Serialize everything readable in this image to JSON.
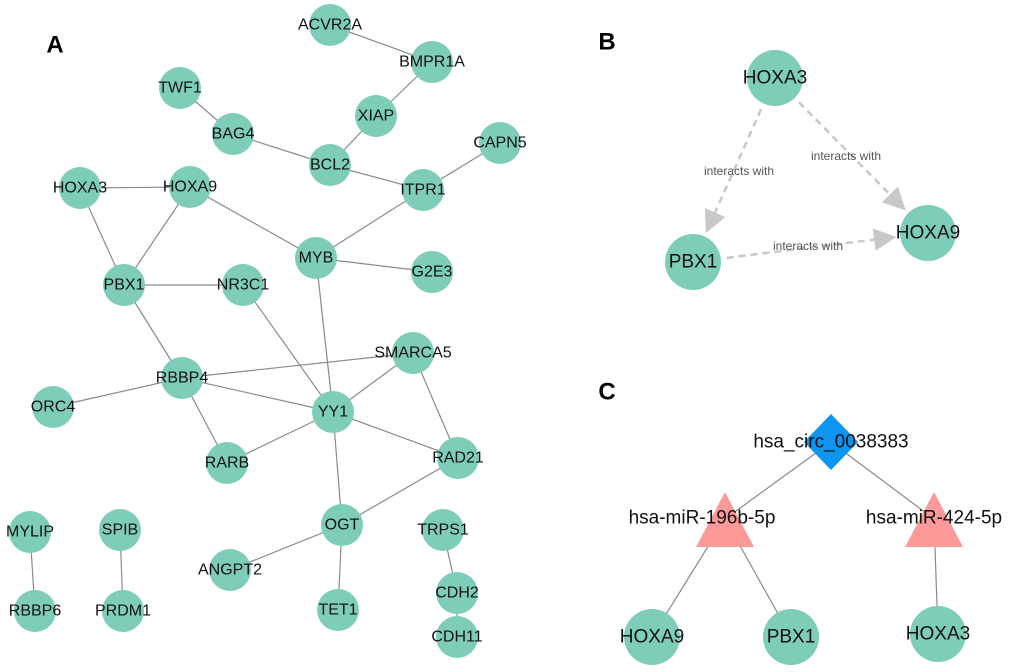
{
  "colors": {
    "gene": "#7ecdb8",
    "circ": "#0d95f0",
    "mirna": "#fb9a99",
    "edge": "#8a8a8a",
    "dashed": "#c8c8c8"
  },
  "panels": {
    "a": "A",
    "b": "B",
    "c": "C"
  },
  "panel_a": {
    "nodes": [
      "ACVR2A",
      "BMPR1A",
      "TWF1",
      "XIAP",
      "BAG4",
      "CAPN5",
      "BCL2",
      "HOXA3",
      "HOXA9",
      "ITPR1",
      "MYB",
      "G2E3",
      "PBX1",
      "NR3C1",
      "SMARCA5",
      "RBBP4",
      "ORC4",
      "YY1",
      "RAD21",
      "RARB",
      "MYLIP",
      "SPIB",
      "OGT",
      "TRPS1",
      "ANGPT2",
      "CDH2",
      "RBBP6",
      "PRDM1",
      "TET1",
      "CDH11"
    ],
    "edges": [
      [
        "ACVR2A",
        "BMPR1A"
      ],
      [
        "BMPR1A",
        "XIAP"
      ],
      [
        "XIAP",
        "BCL2"
      ],
      [
        "TWF1",
        "BAG4"
      ],
      [
        "BAG4",
        "BCL2"
      ],
      [
        "BCL2",
        "ITPR1"
      ],
      [
        "CAPN5",
        "ITPR1"
      ],
      [
        "ITPR1",
        "MYB"
      ],
      [
        "HOXA3",
        "HOXA9"
      ],
      [
        "HOXA3",
        "PBX1"
      ],
      [
        "HOXA9",
        "PBX1"
      ],
      [
        "HOXA9",
        "MYB"
      ],
      [
        "MYB",
        "G2E3"
      ],
      [
        "MYB",
        "YY1"
      ],
      [
        "PBX1",
        "NR3C1"
      ],
      [
        "PBX1",
        "RBBP4"
      ],
      [
        "NR3C1",
        "YY1"
      ],
      [
        "RBBP4",
        "SMARCA5"
      ],
      [
        "RBBP4",
        "ORC4"
      ],
      [
        "RBBP4",
        "YY1"
      ],
      [
        "RBBP4",
        "RARB"
      ],
      [
        "SMARCA5",
        "YY1"
      ],
      [
        "SMARCA5",
        "RAD21"
      ],
      [
        "YY1",
        "RAD21"
      ],
      [
        "YY1",
        "RARB"
      ],
      [
        "YY1",
        "OGT"
      ],
      [
        "OGT",
        "RAD21"
      ],
      [
        "OGT",
        "ANGPT2"
      ],
      [
        "OGT",
        "TET1"
      ],
      [
        "TRPS1",
        "CDH2"
      ],
      [
        "CDH2",
        "CDH11"
      ],
      [
        "MYLIP",
        "RBBP6"
      ],
      [
        "SPIB",
        "PRDM1"
      ]
    ]
  },
  "panel_b": {
    "nodes": [
      "HOXA3",
      "PBX1",
      "HOXA9"
    ],
    "edges": [
      {
        "from": "HOXA3",
        "to": "PBX1",
        "label": "interacts with"
      },
      {
        "from": "HOXA3",
        "to": "HOXA9",
        "label": "interacts with"
      },
      {
        "from": "PBX1",
        "to": "HOXA9",
        "label": "interacts with"
      }
    ]
  },
  "panel_c": {
    "nodes": [
      {
        "id": "circ",
        "label": "hsa_circ_0038383",
        "type": "circRNA"
      },
      {
        "id": "mir196",
        "label": "hsa-miR-196b-5p",
        "type": "miRNA"
      },
      {
        "id": "mir424",
        "label": "hsa-miR-424-5p",
        "type": "miRNA"
      },
      {
        "id": "c_hoxa9",
        "label": "HOXA9",
        "type": "gene"
      },
      {
        "id": "c_pbx1",
        "label": "PBX1",
        "type": "gene"
      },
      {
        "id": "c_hoxa3",
        "label": "HOXA3",
        "type": "gene"
      }
    ],
    "edges": [
      [
        "circ",
        "mir196"
      ],
      [
        "circ",
        "mir424"
      ],
      [
        "mir196",
        "c_hoxa9"
      ],
      [
        "mir196",
        "c_pbx1"
      ],
      [
        "mir424",
        "c_hoxa3"
      ]
    ]
  }
}
